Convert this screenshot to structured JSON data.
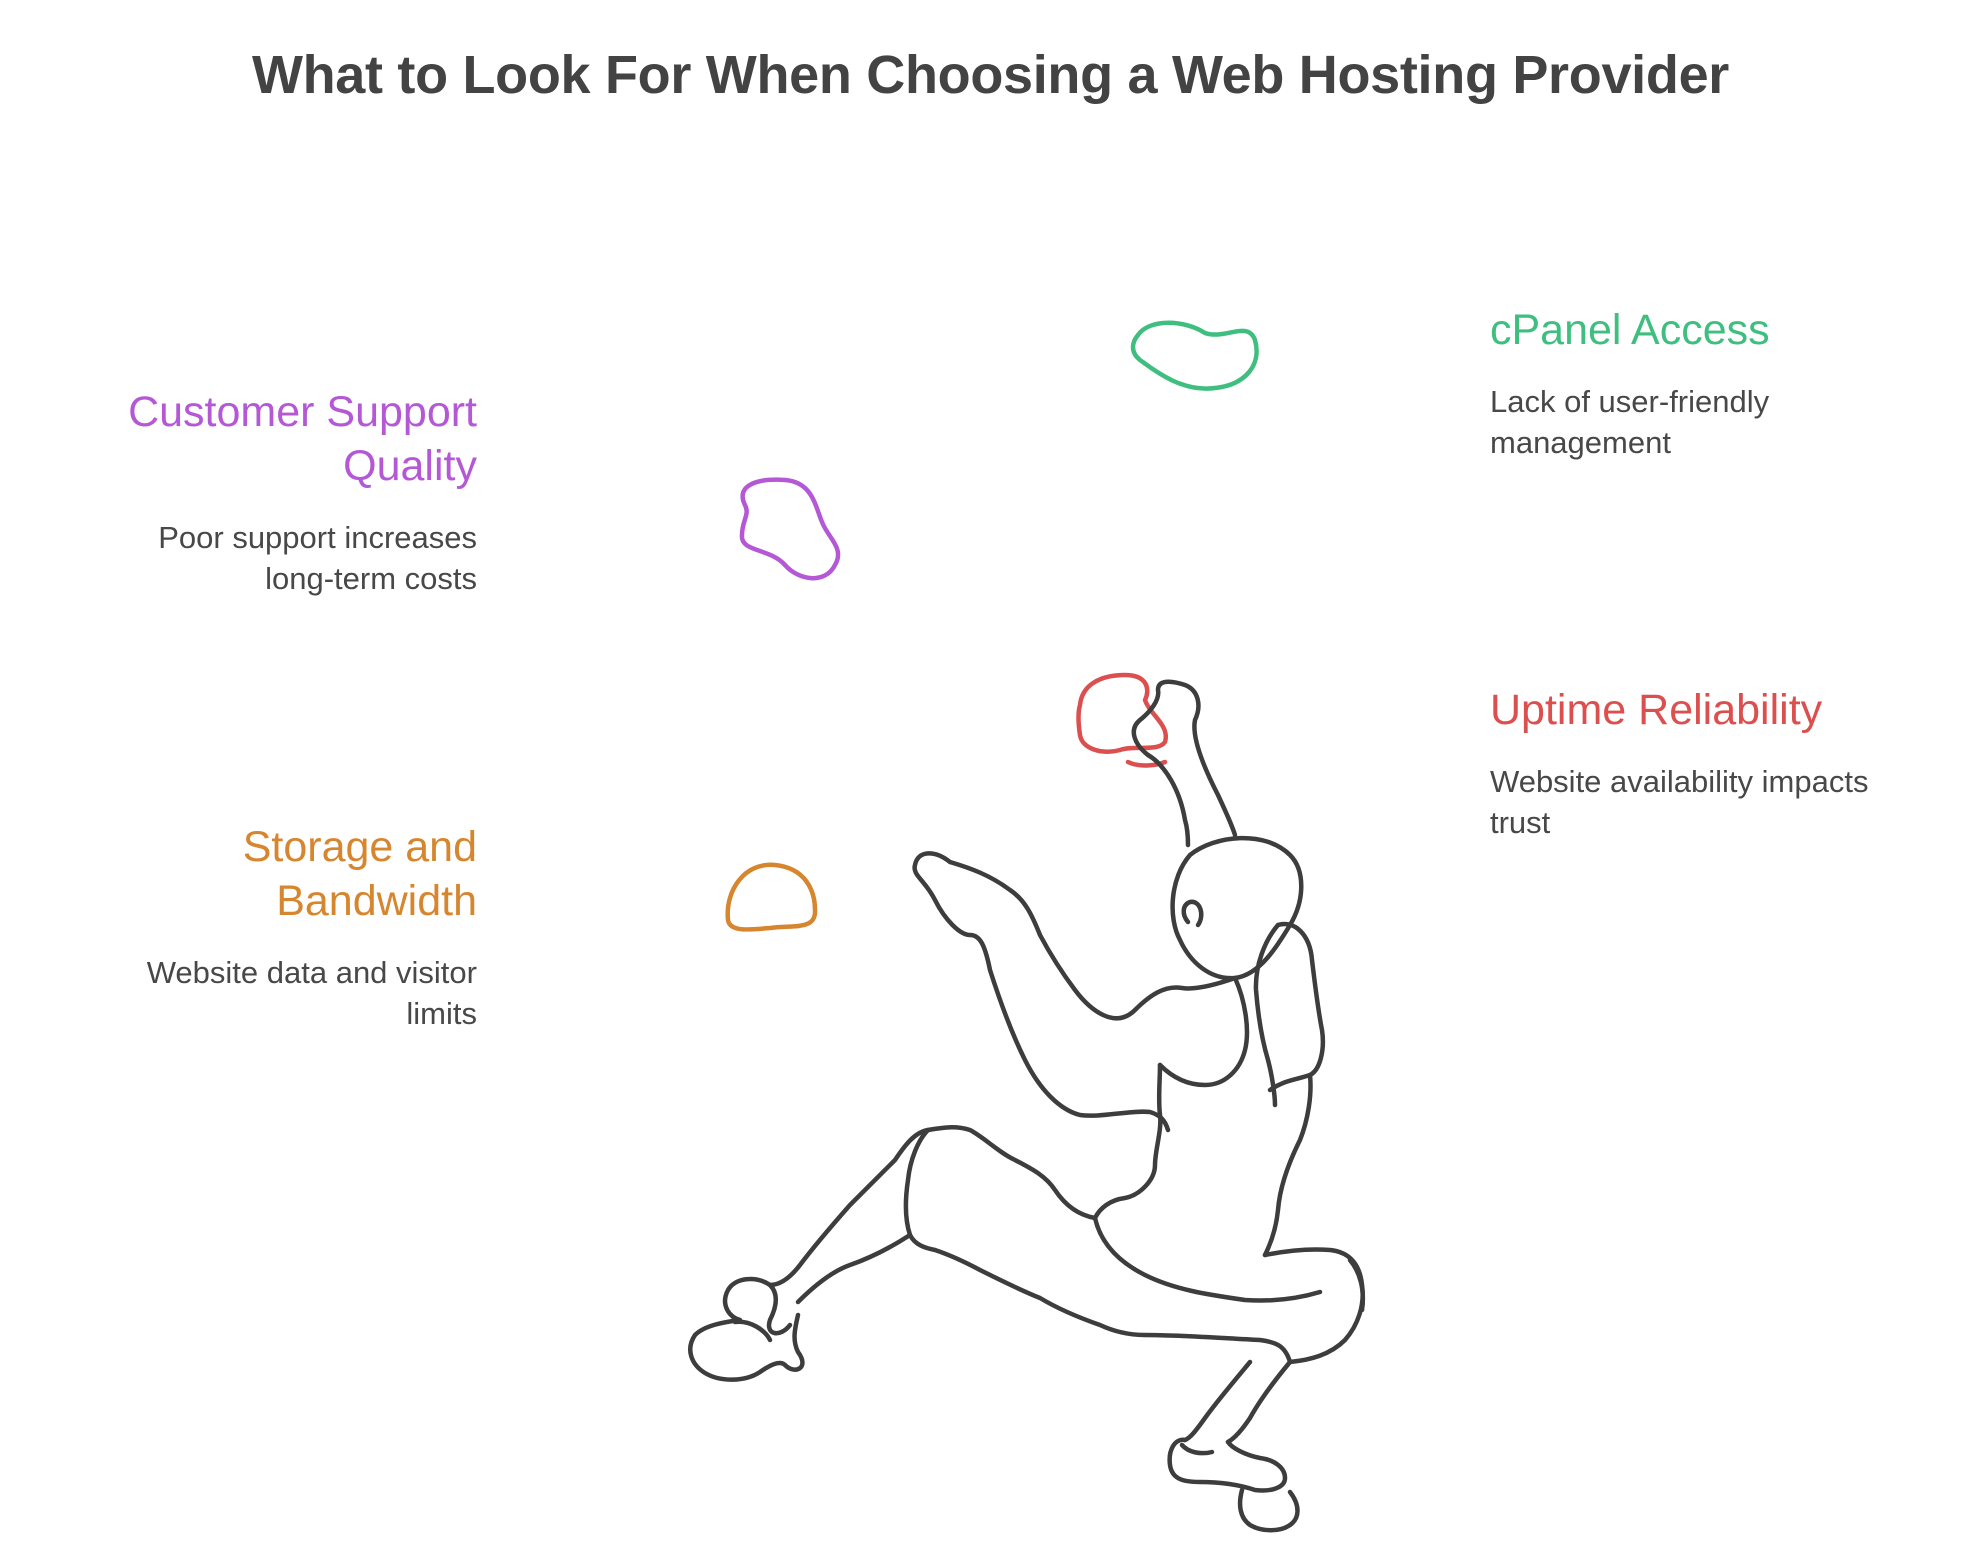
{
  "title": "What to Look For When Choosing a Web Hosting Provider",
  "items": {
    "customer_support": {
      "heading_line1": "Customer Support",
      "heading_line2": "Quality",
      "desc_line1": "Poor support increases",
      "desc_line2": "long-term costs",
      "color": "#b458d6"
    },
    "storage": {
      "heading_line1": "Storage and",
      "heading_line2": "Bandwidth",
      "desc_line1": "Website data and visitor",
      "desc_line2": "limits",
      "color": "#d6862e"
    },
    "cpanel": {
      "heading_line1": "cPanel Access",
      "desc_line1": "Lack of user-friendly",
      "desc_line2": "management",
      "color": "#3fbf7f"
    },
    "uptime": {
      "heading_line1": "Uptime Reliability",
      "desc_line1": "Website availability impacts",
      "desc_line2": "trust",
      "color": "#dc4f4f"
    }
  },
  "illustration": {
    "subject": "climber-figure",
    "stroke_color": "#3d3d3d"
  }
}
